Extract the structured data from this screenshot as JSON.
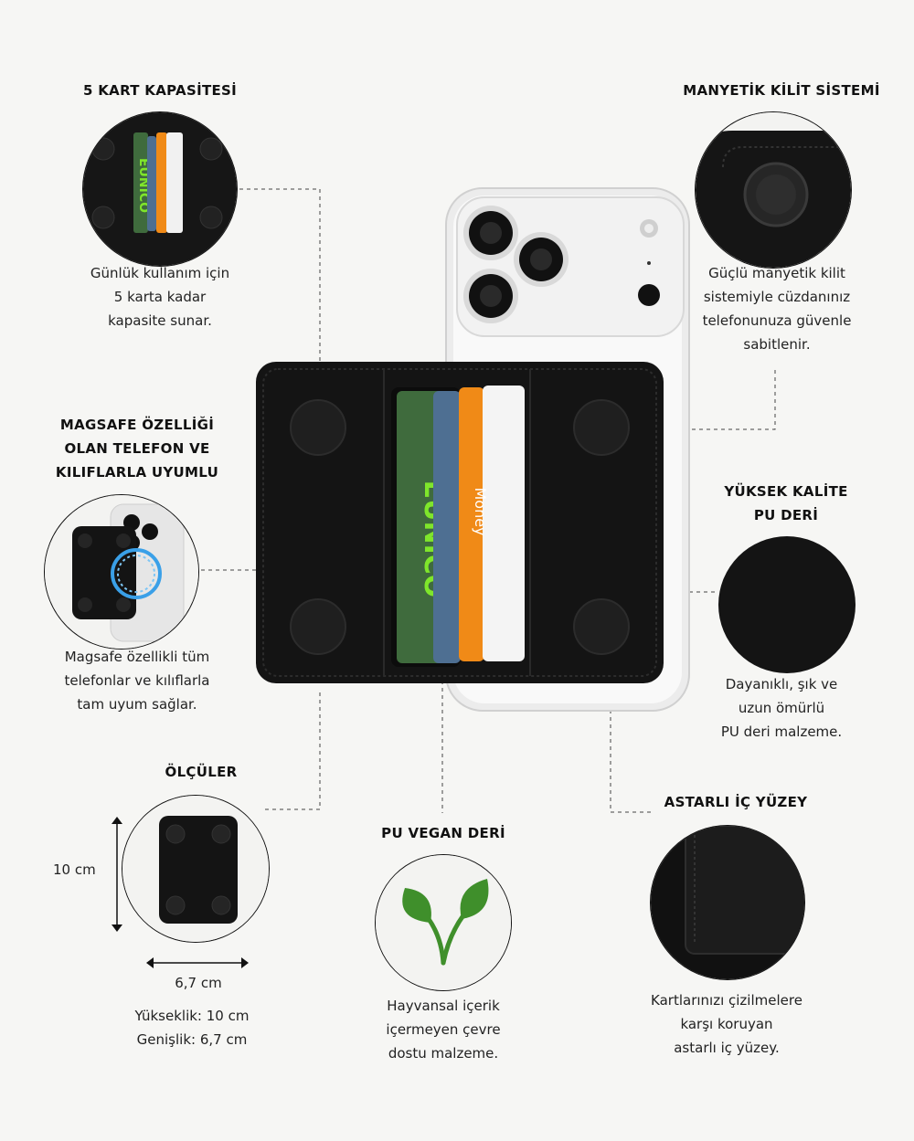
{
  "features": {
    "card_capacity": {
      "title": "5 KART KAPASİTESİ",
      "desc_lines": [
        "Günlük kullanım için",
        "5 karta kadar",
        "kapasite sunar."
      ]
    },
    "magnetic_lock": {
      "title": "MANYETİK KİLİT SİSTEMİ",
      "desc_lines": [
        "Güçlü manyetik kilit",
        "sistemiyle cüzdanınız",
        "telefonunuza güvenle",
        "sabitlenir."
      ]
    },
    "magsafe": {
      "title_lines": [
        "MAGSAFE ÖZELLİĞİ",
        "OLAN TELEFON VE",
        "KILIFLARLA UYUMLU"
      ],
      "desc_lines": [
        "Magsafe özellikli tüm",
        "telefonlar ve kılıflarla",
        "tam uyum sağlar."
      ]
    },
    "quality": {
      "title_lines": [
        "YÜKSEK KALİTE",
        "PU DERİ"
      ],
      "desc_lines": [
        "Dayanıklı, şık ve",
        "uzun ömürlü",
        "PU deri malzeme."
      ]
    },
    "dimensions": {
      "title": "ÖLÇÜLER",
      "height_label": "10 cm",
      "width_label": "6,7 cm",
      "desc_lines": [
        "Yükseklik: 10 cm",
        "Genişlik: 6,7 cm"
      ]
    },
    "vegan": {
      "title": "PU VEGAN DERİ",
      "desc_lines": [
        "Hayvansal içerik",
        "içermeyen çevre",
        "dostu malzeme."
      ]
    },
    "lined_interior": {
      "title": "ASTARLI İÇ YÜZEY",
      "desc_lines": [
        "Kartlarınızı çizilmelere",
        "karşı koruyan",
        "astarlı iç yüzey."
      ]
    }
  },
  "card_text": {
    "green_card": "EUNICO",
    "orange_card": "Money"
  },
  "colors": {
    "background": "#f6f6f4",
    "leather": "#151515",
    "green_card": "#3f6b3d",
    "orange_card": "#f08a17",
    "blue_card": "#4e6f92",
    "leaf": "#3f8f2b",
    "magsafe_ring": "#3aa0e8"
  },
  "icons": [
    "leaf-icon",
    "magnet-button-icon",
    "magsafe-ring-icon",
    "arrow-vertical-icon",
    "arrow-horizontal-icon"
  ]
}
